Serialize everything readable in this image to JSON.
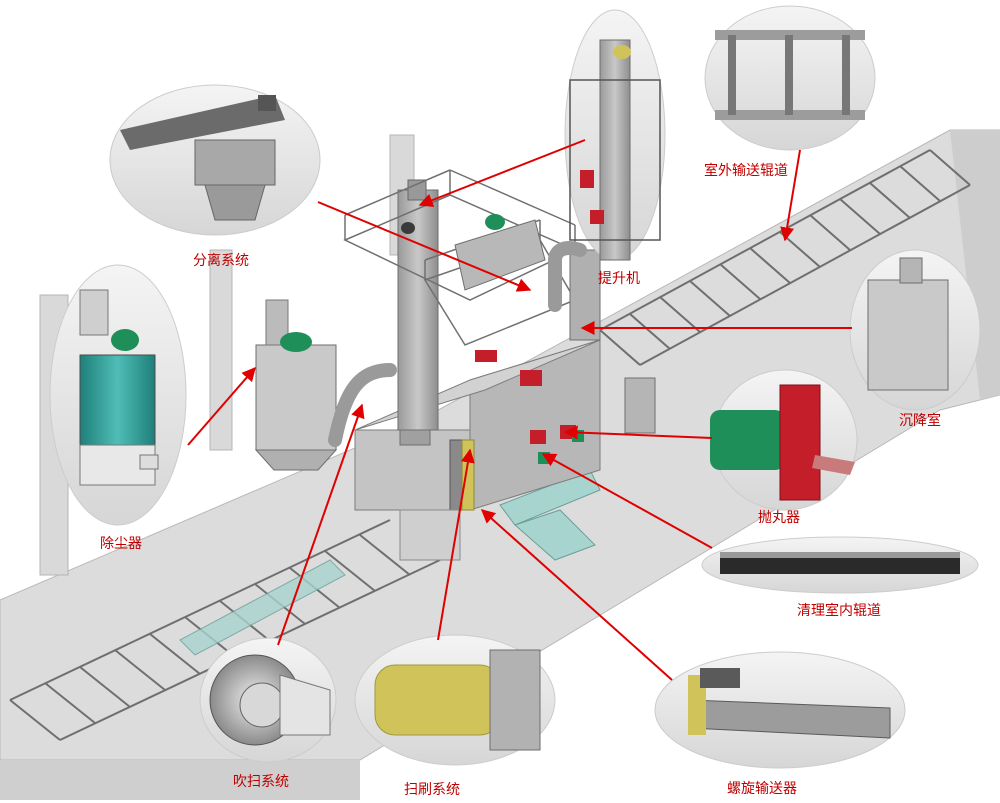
{
  "labels": {
    "separation": "分离系统",
    "dust_collector": "除尘器",
    "elevator": "提升机",
    "outdoor_roller": "室外输送辊道",
    "settling_chamber": "沉降室",
    "shot_blaster": "抛丸器",
    "indoor_roller": "清理室内辊道",
    "blowing": "吹扫系统",
    "brushing": "扫刷系统",
    "screw_conveyor": "螺旋输送器"
  },
  "colors": {
    "callout_red": "#e00000",
    "label_red": "#c00000",
    "floor": "#dcdcdc",
    "steel": "#a9a9a9",
    "teal": "#2e9c97",
    "motor_green": "#1f8f5a",
    "motor_red": "#c41e2a",
    "brush_yellow": "#cfc35a"
  }
}
